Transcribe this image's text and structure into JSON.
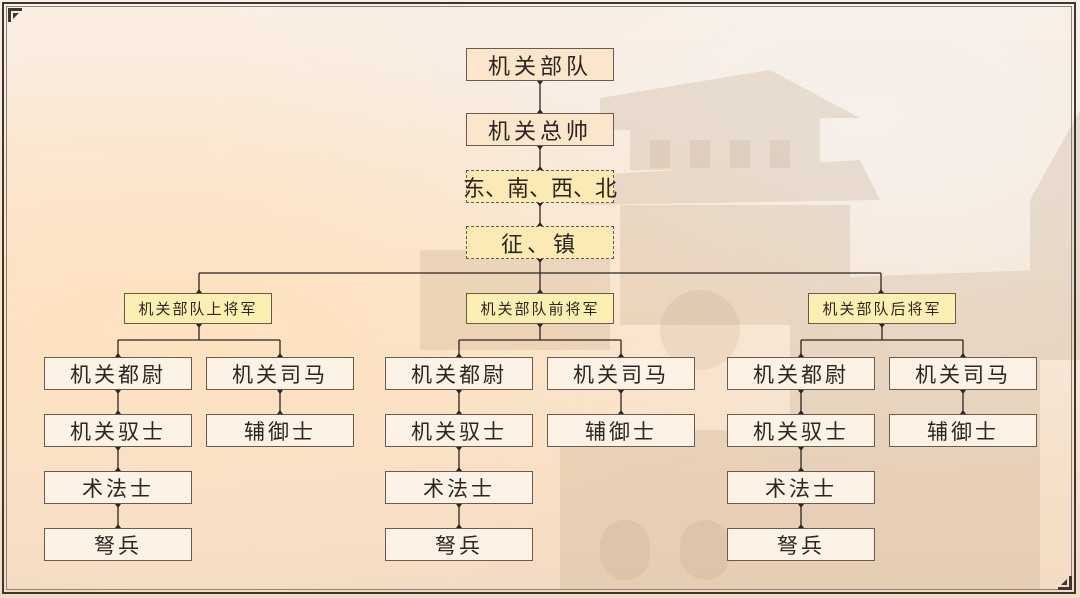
{
  "root": "机关部队",
  "commander": "机关总帅",
  "directions": "东、南、西、北",
  "expedition": "征、镇",
  "divisions": [
    {
      "general": "机关部队上将军",
      "left_column": [
        "机关都尉",
        "机关驭士",
        "术法士",
        "弩兵"
      ],
      "right_column": [
        "机关司马",
        "辅御士"
      ]
    },
    {
      "general": "机关部队前将军",
      "left_column": [
        "机关都尉",
        "机关驭士",
        "术法士",
        "弩兵"
      ],
      "right_column": [
        "机关司马",
        "辅御士"
      ]
    },
    {
      "general": "机关部队后将军",
      "left_column": [
        "机关都尉",
        "机关驭士",
        "术法士",
        "弩兵"
      ],
      "right_column": [
        "机关司马",
        "辅御士"
      ]
    }
  ],
  "colors": {
    "top_box": "#fbe6cc",
    "direction_box": "#fbeab3",
    "general_box": "#fbf0b2",
    "unit_box": "#fdf2e6",
    "line": "#2b2623"
  }
}
